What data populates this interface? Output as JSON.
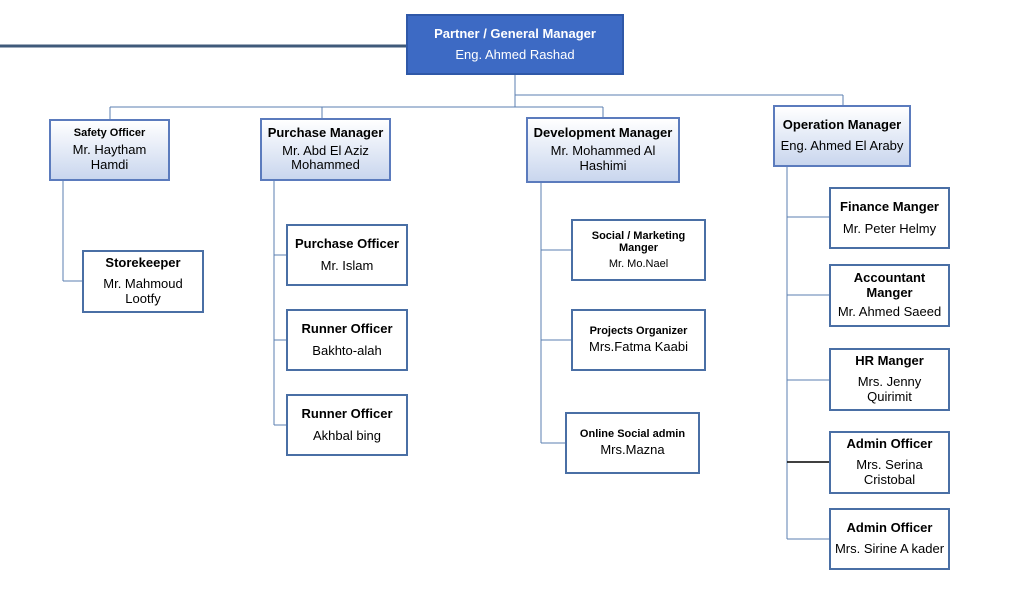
{
  "root": {
    "title": "Partner / General Manager",
    "name": "Eng. Ahmed Rashad"
  },
  "safety": {
    "title": "Safety Officer",
    "name": "Mr. Haytham Hamdi"
  },
  "storekeeper": {
    "title": "Storekeeper",
    "name": "Mr. Mahmoud Lootfy"
  },
  "purchase": {
    "title": "Purchase Manager",
    "name": "Mr. Abd El Aziz Mohammed"
  },
  "purchase_officer": {
    "title": "Purchase Officer",
    "name": "Mr. Islam"
  },
  "runner1": {
    "title": "Runner Officer",
    "name": "Bakhto-alah"
  },
  "runner2": {
    "title": "Runner Officer",
    "name": "Akhbal bing"
  },
  "development": {
    "title": "Development Manager",
    "name": "Mr. Mohammed Al Hashimi"
  },
  "social": {
    "title": "Social / Marketing Manger",
    "name": "Mr. Mo.Nael"
  },
  "projects": {
    "title": "Projects Organizer",
    "name": "Mrs.Fatma Kaabi"
  },
  "online": {
    "title": "Online Social admin",
    "name": "Mrs.Mazna"
  },
  "operation": {
    "title": "Operation Manager",
    "name": "Eng. Ahmed El Araby"
  },
  "finance": {
    "title": "Finance Manger",
    "name": "Mr. Peter Helmy"
  },
  "accountant": {
    "title": "Accountant Manger",
    "name": "Mr. Ahmed Saeed"
  },
  "hr": {
    "title": "HR Manger",
    "name": "Mrs. Jenny Quirimit"
  },
  "admin1": {
    "title": "Admin Officer",
    "name": "Mrs. Serina Cristobal"
  },
  "admin2": {
    "title": "Admin Officer",
    "name": "Mrs. Sirine A kader"
  }
}
